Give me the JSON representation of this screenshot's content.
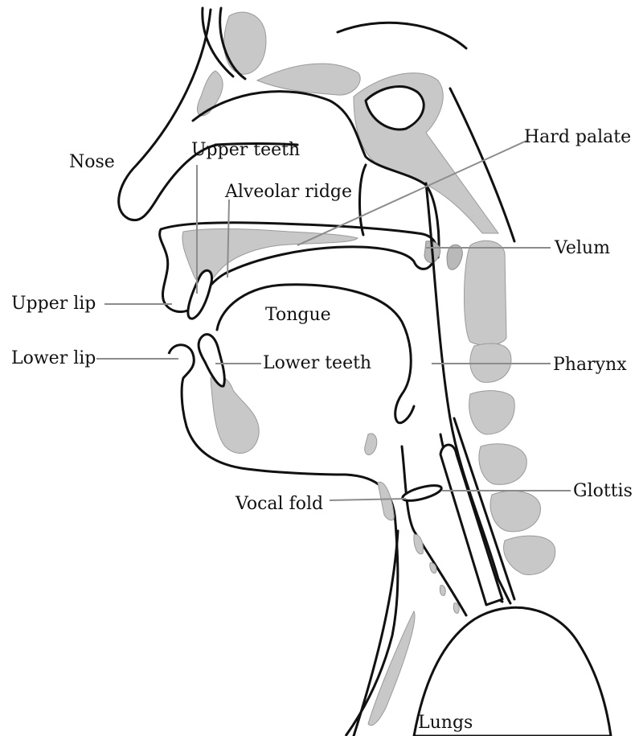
{
  "labels": {
    "nose": "Nose",
    "upper_teeth": "Upper teeth",
    "alveolar_ridge": "Alveolar ridge",
    "hard_palate": "Hard palate",
    "velum": "Velum",
    "upper_lip": "Upper lip",
    "tongue": "Tongue",
    "lower_lip": "Lower lip",
    "lower_teeth": "Lower teeth",
    "pharynx": "Pharynx",
    "vocal_fold": "Vocal fold",
    "glottis": "Glottis",
    "lungs": "Lungs"
  }
}
